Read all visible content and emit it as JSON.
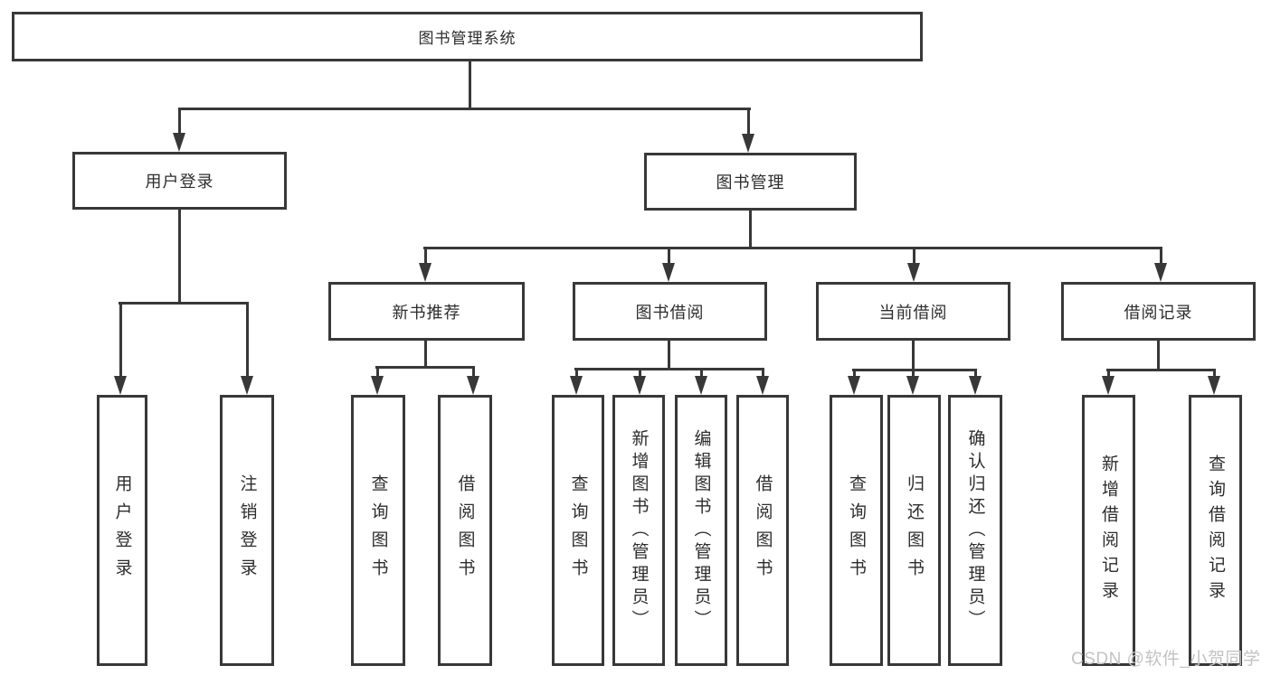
{
  "diagram_title": "图书管理系统",
  "tree": {
    "root": {
      "label": "图书管理系统"
    },
    "branches": [
      {
        "label": "用户登录",
        "children": [
          {
            "label": "用户登录"
          },
          {
            "label": "注销登录"
          }
        ]
      },
      {
        "label": "图书管理",
        "children": [
          {
            "label": "新书推荐",
            "children": [
              {
                "label": "查询图书"
              },
              {
                "label": "借阅图书"
              }
            ]
          },
          {
            "label": "图书借阅",
            "children": [
              {
                "label": "查询图书"
              },
              {
                "label": "新增图书（管理员）"
              },
              {
                "label": "编辑图书（管理员）"
              },
              {
                "label": "借阅图书"
              }
            ]
          },
          {
            "label": "当前借阅",
            "children": [
              {
                "label": "查询图书"
              },
              {
                "label": "归还图书"
              },
              {
                "label": "确认归还（管理员）"
              }
            ]
          },
          {
            "label": "借阅记录",
            "children": [
              {
                "label": "新增借阅记录"
              },
              {
                "label": "查询借阅记录"
              }
            ]
          }
        ]
      }
    ]
  },
  "watermark": {
    "text": "CSDN @软件_小贺同学"
  },
  "colors": {
    "line": "#383838",
    "text": "#2d2d2d",
    "watermark": "#c3c3c3",
    "background": "#ffffff"
  }
}
